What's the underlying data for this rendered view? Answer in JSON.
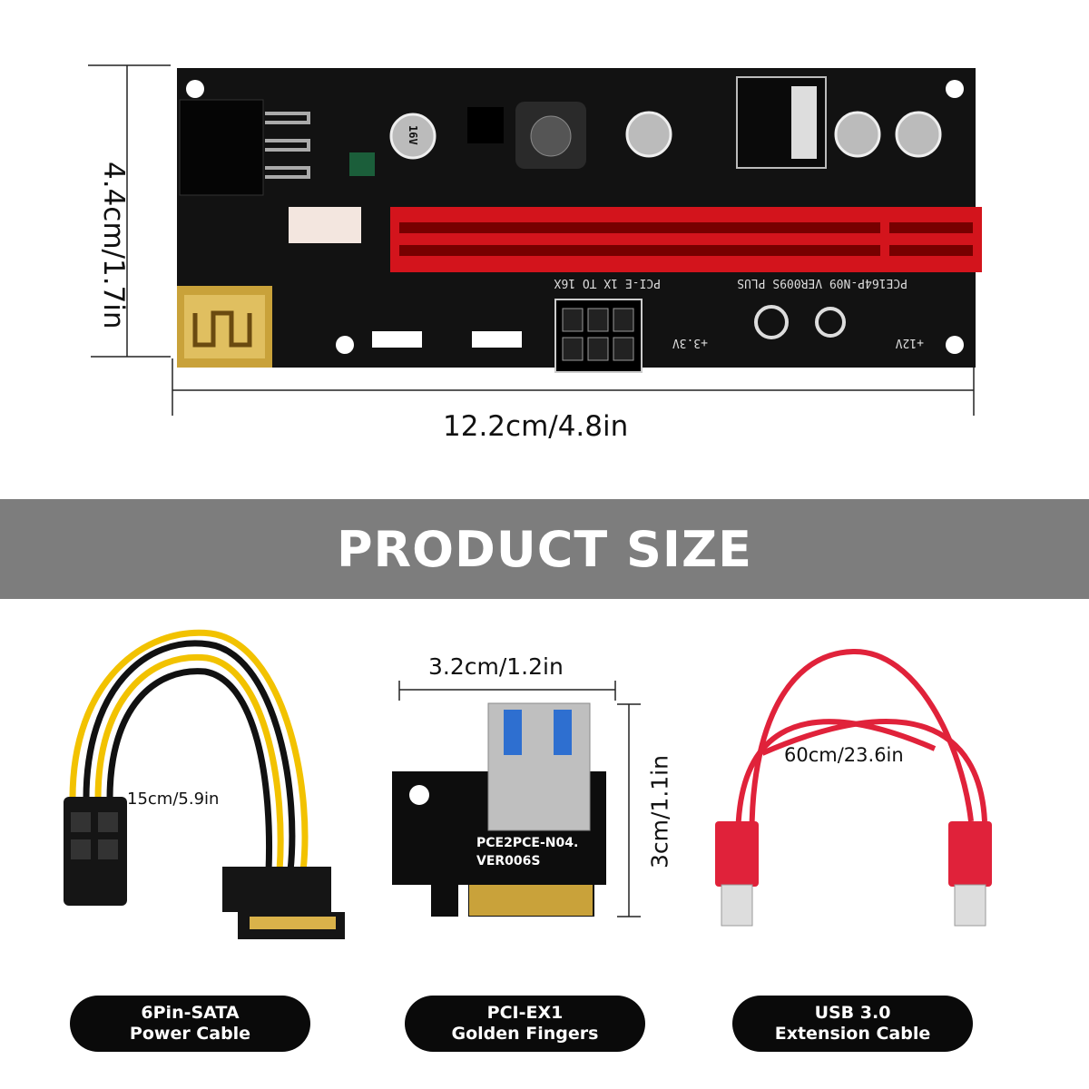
{
  "main_board": {
    "height_label": "4.4cm/1.7in",
    "width_label": "12.2cm/4.8in",
    "silkscreen_model": "PCE164P-N09 VER009S PLUS",
    "silkscreen_desc": "PCI-E 1X TO 16X",
    "voltage_33": "+3.3V",
    "voltage_12": "+12V",
    "capacitor_label": "16V"
  },
  "banner": {
    "title": "PRODUCT SIZE"
  },
  "items": [
    {
      "label_line1": "6Pin-SATA",
      "label_line2": "Power Cable",
      "dimension": "15cm/5.9in"
    },
    {
      "label_line1": "PCI-EX1",
      "label_line2": "Golden Fingers",
      "dimension_width": "3.2cm/1.2in",
      "dimension_height": "3cm/1.1in",
      "silkscreen_line1": "PCE2PCE-N04.",
      "silkscreen_line2": "VER006S"
    },
    {
      "label_line1": "USB 3.0",
      "label_line2": "Extension Cable",
      "dimension": "60cm/23.6in"
    }
  ],
  "colors": {
    "banner": "#7d7d7d",
    "pcb": "#111111",
    "slot": "#d3141c",
    "gold": "#c9a23a",
    "cable_red": "#e0223a",
    "pill": "#0a0a0a"
  }
}
